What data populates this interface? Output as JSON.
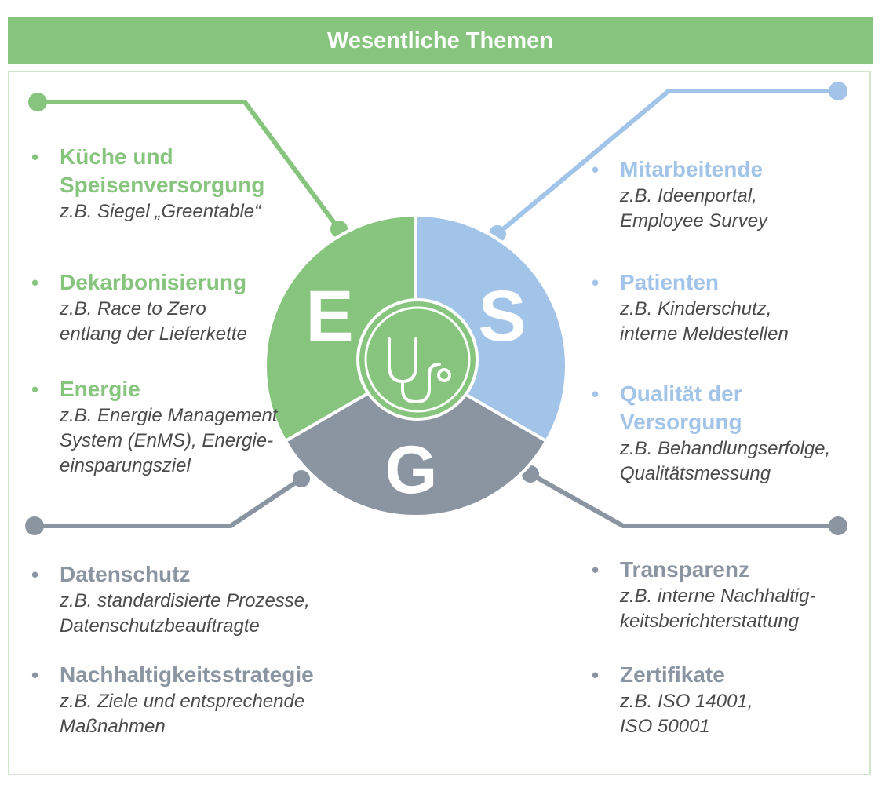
{
  "header": {
    "title": "Wesentliche Themen"
  },
  "colors": {
    "environment": "#87c47e",
    "social": "#a1c4e8",
    "governance": "#8b95a1",
    "text": "#4a4a4a"
  },
  "center": {
    "letters": {
      "e": "E",
      "s": "S",
      "g": "G"
    },
    "icon": "stethoscope-icon"
  },
  "environment": [
    {
      "title": "Küche und Speisenversorgung",
      "example": "z.B. Siegel „Greentable“"
    },
    {
      "title": "Dekarbonisierung",
      "example": "z.B. Race to Zero entlang der Lieferkette"
    },
    {
      "title": "Energie",
      "example": "z.B. Energie Management System (EnMS), Energie-einsparungsziel"
    }
  ],
  "social": [
    {
      "title": "Mitarbeitende",
      "example": "z.B. Ideenportal, Employee Survey"
    },
    {
      "title": "Patienten",
      "example": "z.B. Kinderschutz, interne Meldestellen"
    },
    {
      "title": "Qualität der Versorgung",
      "example": "z.B. Behandlungserfolge, Qualitätsmessung"
    }
  ],
  "governance": [
    {
      "title": "Datenschutz",
      "example": "z.B. standardisierte Prozesse, Datenschutzbeauftragte"
    },
    {
      "title": "Nachhaltigkeitsstrategie",
      "example": "z.B. Ziele und entsprechende Maßnahmen"
    },
    {
      "title": "Transparenz",
      "example": "z.B. interne Nachhaltig-keitsberichterstattung"
    },
    {
      "title": "Zertifikate",
      "example": "z.B. ISO 14001, ISO 50001"
    }
  ],
  "bullet_char": "•"
}
